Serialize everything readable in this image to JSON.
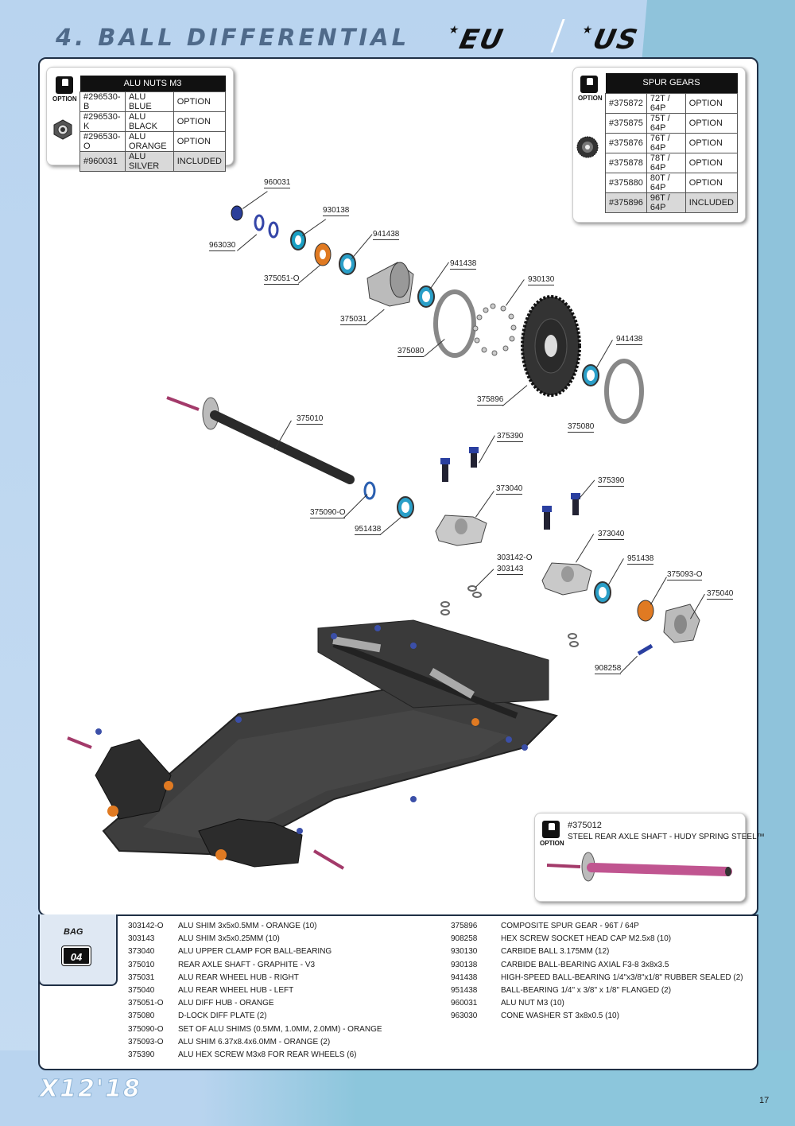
{
  "header": {
    "title": "4. BALL DIFFERENTIAL",
    "region_eu": "EU",
    "region_us": "US"
  },
  "alu_nuts": {
    "option_label": "OPTION",
    "heading": "ALU NUTS M3",
    "rows": [
      [
        "#296530-B",
        "ALU BLUE",
        "OPTION"
      ],
      [
        "#296530-K",
        "ALU BLACK",
        "OPTION"
      ],
      [
        "#296530-O",
        "ALU ORANGE",
        "OPTION"
      ],
      [
        "#960031",
        "ALU SILVER",
        "INCLUDED"
      ]
    ]
  },
  "spur_gears": {
    "option_label": "OPTION",
    "heading": "SPUR GEARS",
    "rows": [
      [
        "#375872",
        "72T / 64P",
        "OPTION"
      ],
      [
        "#375875",
        "75T / 64P",
        "OPTION"
      ],
      [
        "#375876",
        "76T / 64P",
        "OPTION"
      ],
      [
        "#375878",
        "78T / 64P",
        "OPTION"
      ],
      [
        "#375880",
        "80T / 64P",
        "OPTION"
      ],
      [
        "#375896",
        "96T / 64P",
        "INCLUDED"
      ]
    ]
  },
  "callouts": {
    "c960031": "960031",
    "c930138": "930138",
    "c963030": "963030",
    "c941438a": "941438",
    "c375051": "375051-O",
    "c941438b": "941438",
    "c930130": "930130",
    "c375031": "375031",
    "c375080a": "375080",
    "c941438c": "941438",
    "c375896": "375896",
    "c375010": "375010",
    "c375080b": "375080",
    "c375390a": "375390",
    "c373040a": "373040",
    "c375390b": "375390",
    "c375090": "375090-O",
    "c951438a": "951438",
    "c373040b": "373040",
    "c303142": "303142-O",
    "c303143": "303143",
    "c951438b": "951438",
    "c375093": "375093-O",
    "c375040": "375040",
    "c908258": "908258"
  },
  "axle_option": {
    "option_label": "OPTION",
    "part_no": "#375012",
    "description": "STEEL REAR AXLE SHAFT - HUDY SPRING STEEL™"
  },
  "bag": {
    "label": "BAG",
    "number": "04"
  },
  "parts_left": [
    [
      "303142-O",
      "ALU SHIM 3x5x0.5MM - ORANGE (10)"
    ],
    [
      "303143",
      "ALU SHIM 3x5x0.25MM (10)"
    ],
    [
      "373040",
      "ALU UPPER CLAMP FOR BALL-BEARING"
    ],
    [
      "375010",
      "REAR AXLE SHAFT - GRAPHITE - V3"
    ],
    [
      "375031",
      "ALU REAR WHEEL HUB - RIGHT"
    ],
    [
      "375040",
      "ALU REAR WHEEL HUB - LEFT"
    ],
    [
      "375051-O",
      "ALU DIFF HUB - ORANGE"
    ],
    [
      "375080",
      "D-LOCK DIFF PLATE (2)"
    ],
    [
      "375090-O",
      "SET OF ALU SHIMS (0.5MM, 1.0MM, 2.0MM) - ORANGE"
    ],
    [
      "375093-O",
      "ALU SHIM 6.37x8.4x6.0MM - ORANGE (2)"
    ],
    [
      "375390",
      "ALU HEX SCREW M3x8 FOR REAR WHEELS (6)"
    ]
  ],
  "parts_right": [
    [
      "375896",
      "COMPOSITE SPUR GEAR - 96T / 64P"
    ],
    [
      "908258",
      "HEX SCREW SOCKET HEAD CAP M2.5x8  (10)"
    ],
    [
      "930130",
      "CARBIDE BALL 3.175MM  (12)"
    ],
    [
      "930138",
      "CARBIDE BALL-BEARING AXIAL F3-8 3x8x3.5"
    ],
    [
      "941438",
      "HIGH-SPEED BALL-BEARING 1/4\"x3/8\"x1/8\"  RUBBER SEALED (2)"
    ],
    [
      "951438",
      "BALL-BEARING 1/4\" x 3/8\" x 1/8\" FLANGED  (2)"
    ],
    [
      "960031",
      "ALU NUT M3 (10)"
    ],
    [
      "963030",
      "CONE WASHER ST 3x8x0.5  (10)"
    ]
  ],
  "footer": {
    "brand": "X12'18",
    "page_number": "17"
  },
  "colors": {
    "bg_light_blue": "#b9d4ef",
    "bg_teal_blue": "#8fc3db",
    "title_slate": "#4f6a8a",
    "alu_blue": "#2a9fc8",
    "alu_orange": "#e07a22",
    "carbon": "#3a3a3a"
  }
}
